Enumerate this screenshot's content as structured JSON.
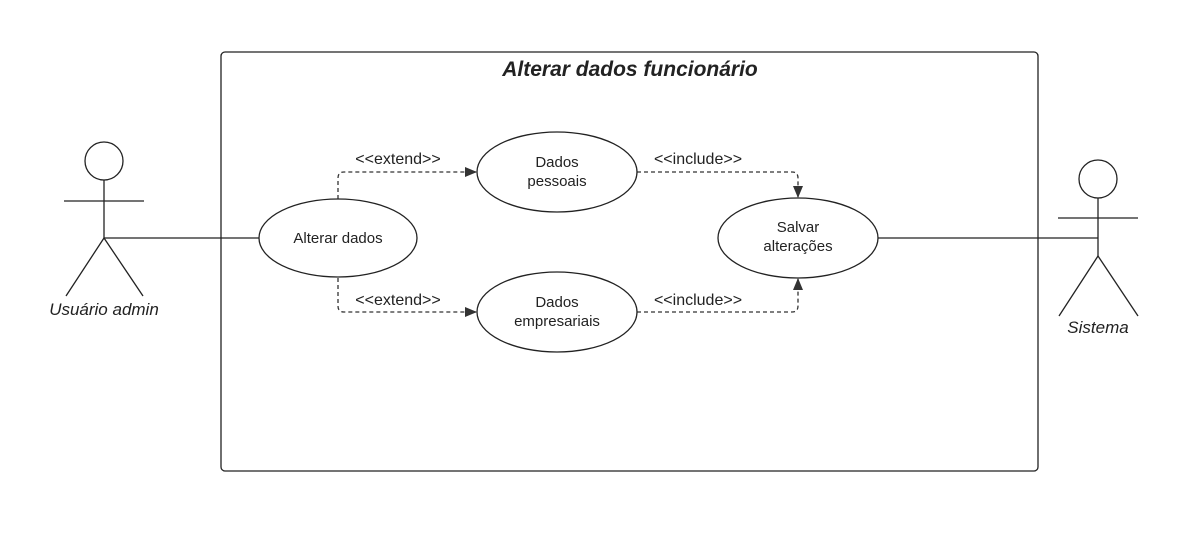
{
  "system": {
    "title": "Alterar dados funcionário"
  },
  "actors": {
    "admin": "Usuário admin",
    "sistema": "Sistema"
  },
  "use_cases": {
    "alterar_dados": [
      "Alterar dados"
    ],
    "dados_pessoais": [
      "Dados",
      "pessoais"
    ],
    "dados_empresariais": [
      "Dados",
      "empresariais"
    ],
    "salvar_alteracoes": [
      "Salvar",
      "alterações"
    ]
  },
  "relations": {
    "extend_top": "<<extend>>",
    "extend_bottom": "<<extend>>",
    "include_top": "<<include>>",
    "include_bottom": "<<include>>"
  }
}
